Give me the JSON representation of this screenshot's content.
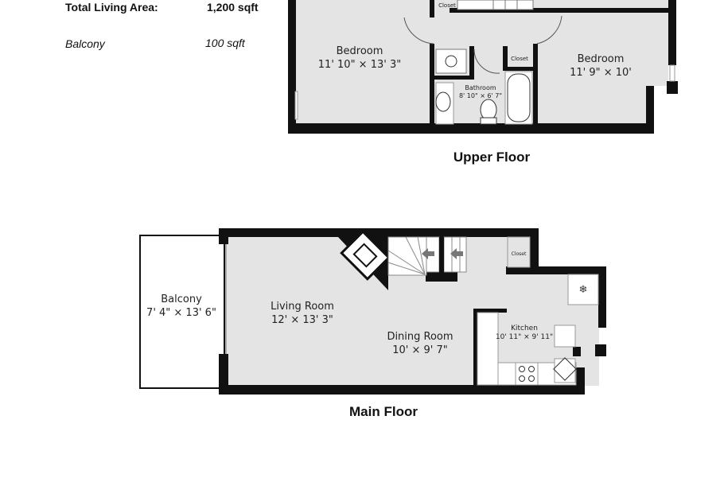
{
  "summary": {
    "total_label": "Total Living Area:",
    "total_value": "1,200 sqft",
    "balcony_label": "Balcony",
    "balcony_value": "100 sqft"
  },
  "upper_floor": {
    "title": "Upper Floor",
    "rooms": [
      {
        "name": "Bedroom",
        "dims": "11' 10\" × 13' 3\""
      },
      {
        "name": "Bedroom",
        "dims": "11' 9\" × 10'"
      },
      {
        "name": "Bathroom",
        "dims": "8' 10\" × 6' 7\""
      },
      {
        "name": "Closet"
      },
      {
        "name": "Closet"
      }
    ]
  },
  "main_floor": {
    "title": "Main Floor",
    "rooms": [
      {
        "name": "Balcony",
        "dims": "7' 4\" × 13' 6\""
      },
      {
        "name": "Living Room",
        "dims": "12' × 13' 3\""
      },
      {
        "name": "Dining Room",
        "dims": "10' × 9' 7\""
      },
      {
        "name": "Kitchen",
        "dims": "10' 11\" × 9' 11\""
      },
      {
        "name": "Closet"
      }
    ]
  },
  "colors": {
    "wall": "#111111",
    "floor": "#e4e4e4",
    "balcony": "#ffffff"
  }
}
